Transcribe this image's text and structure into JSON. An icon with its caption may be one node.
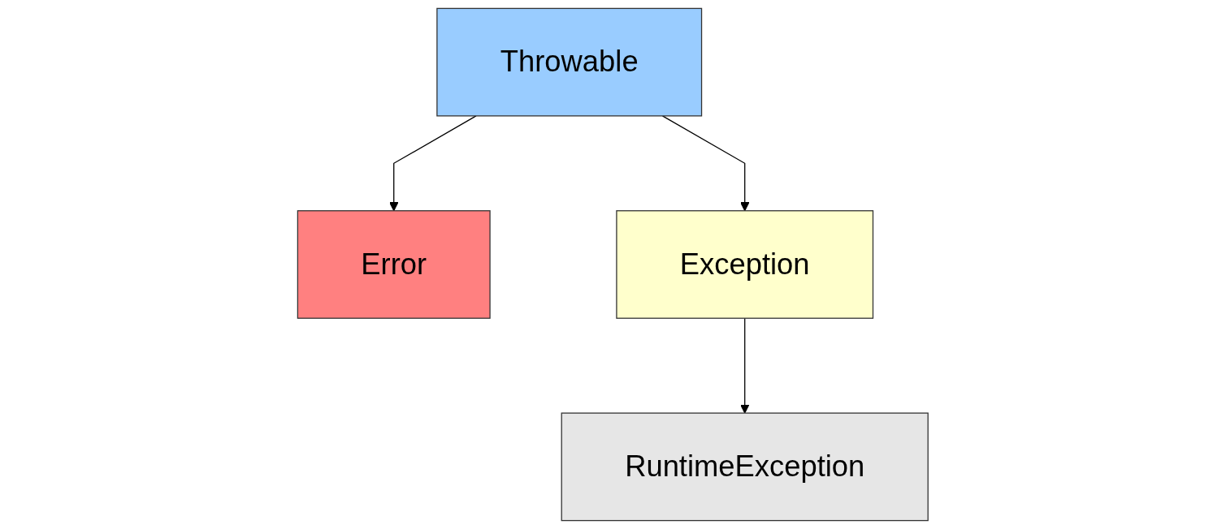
{
  "diagram": {
    "nodes": [
      {
        "text": [
          "Throwable"
        ]
      },
      {
        "text": [
          "Error"
        ]
      },
      {
        "text": [
          "Exception"
        ]
      },
      {
        "text": [
          "RuntimeException"
        ]
      }
    ],
    "edges": [
      {
        "from": 0,
        "to": 1,
        "arrow": "to"
      },
      {
        "from": 0,
        "to": 2,
        "arrow": "to"
      },
      {
        "from": 2,
        "to": 3,
        "arrow": "to"
      }
    ]
  }
}
